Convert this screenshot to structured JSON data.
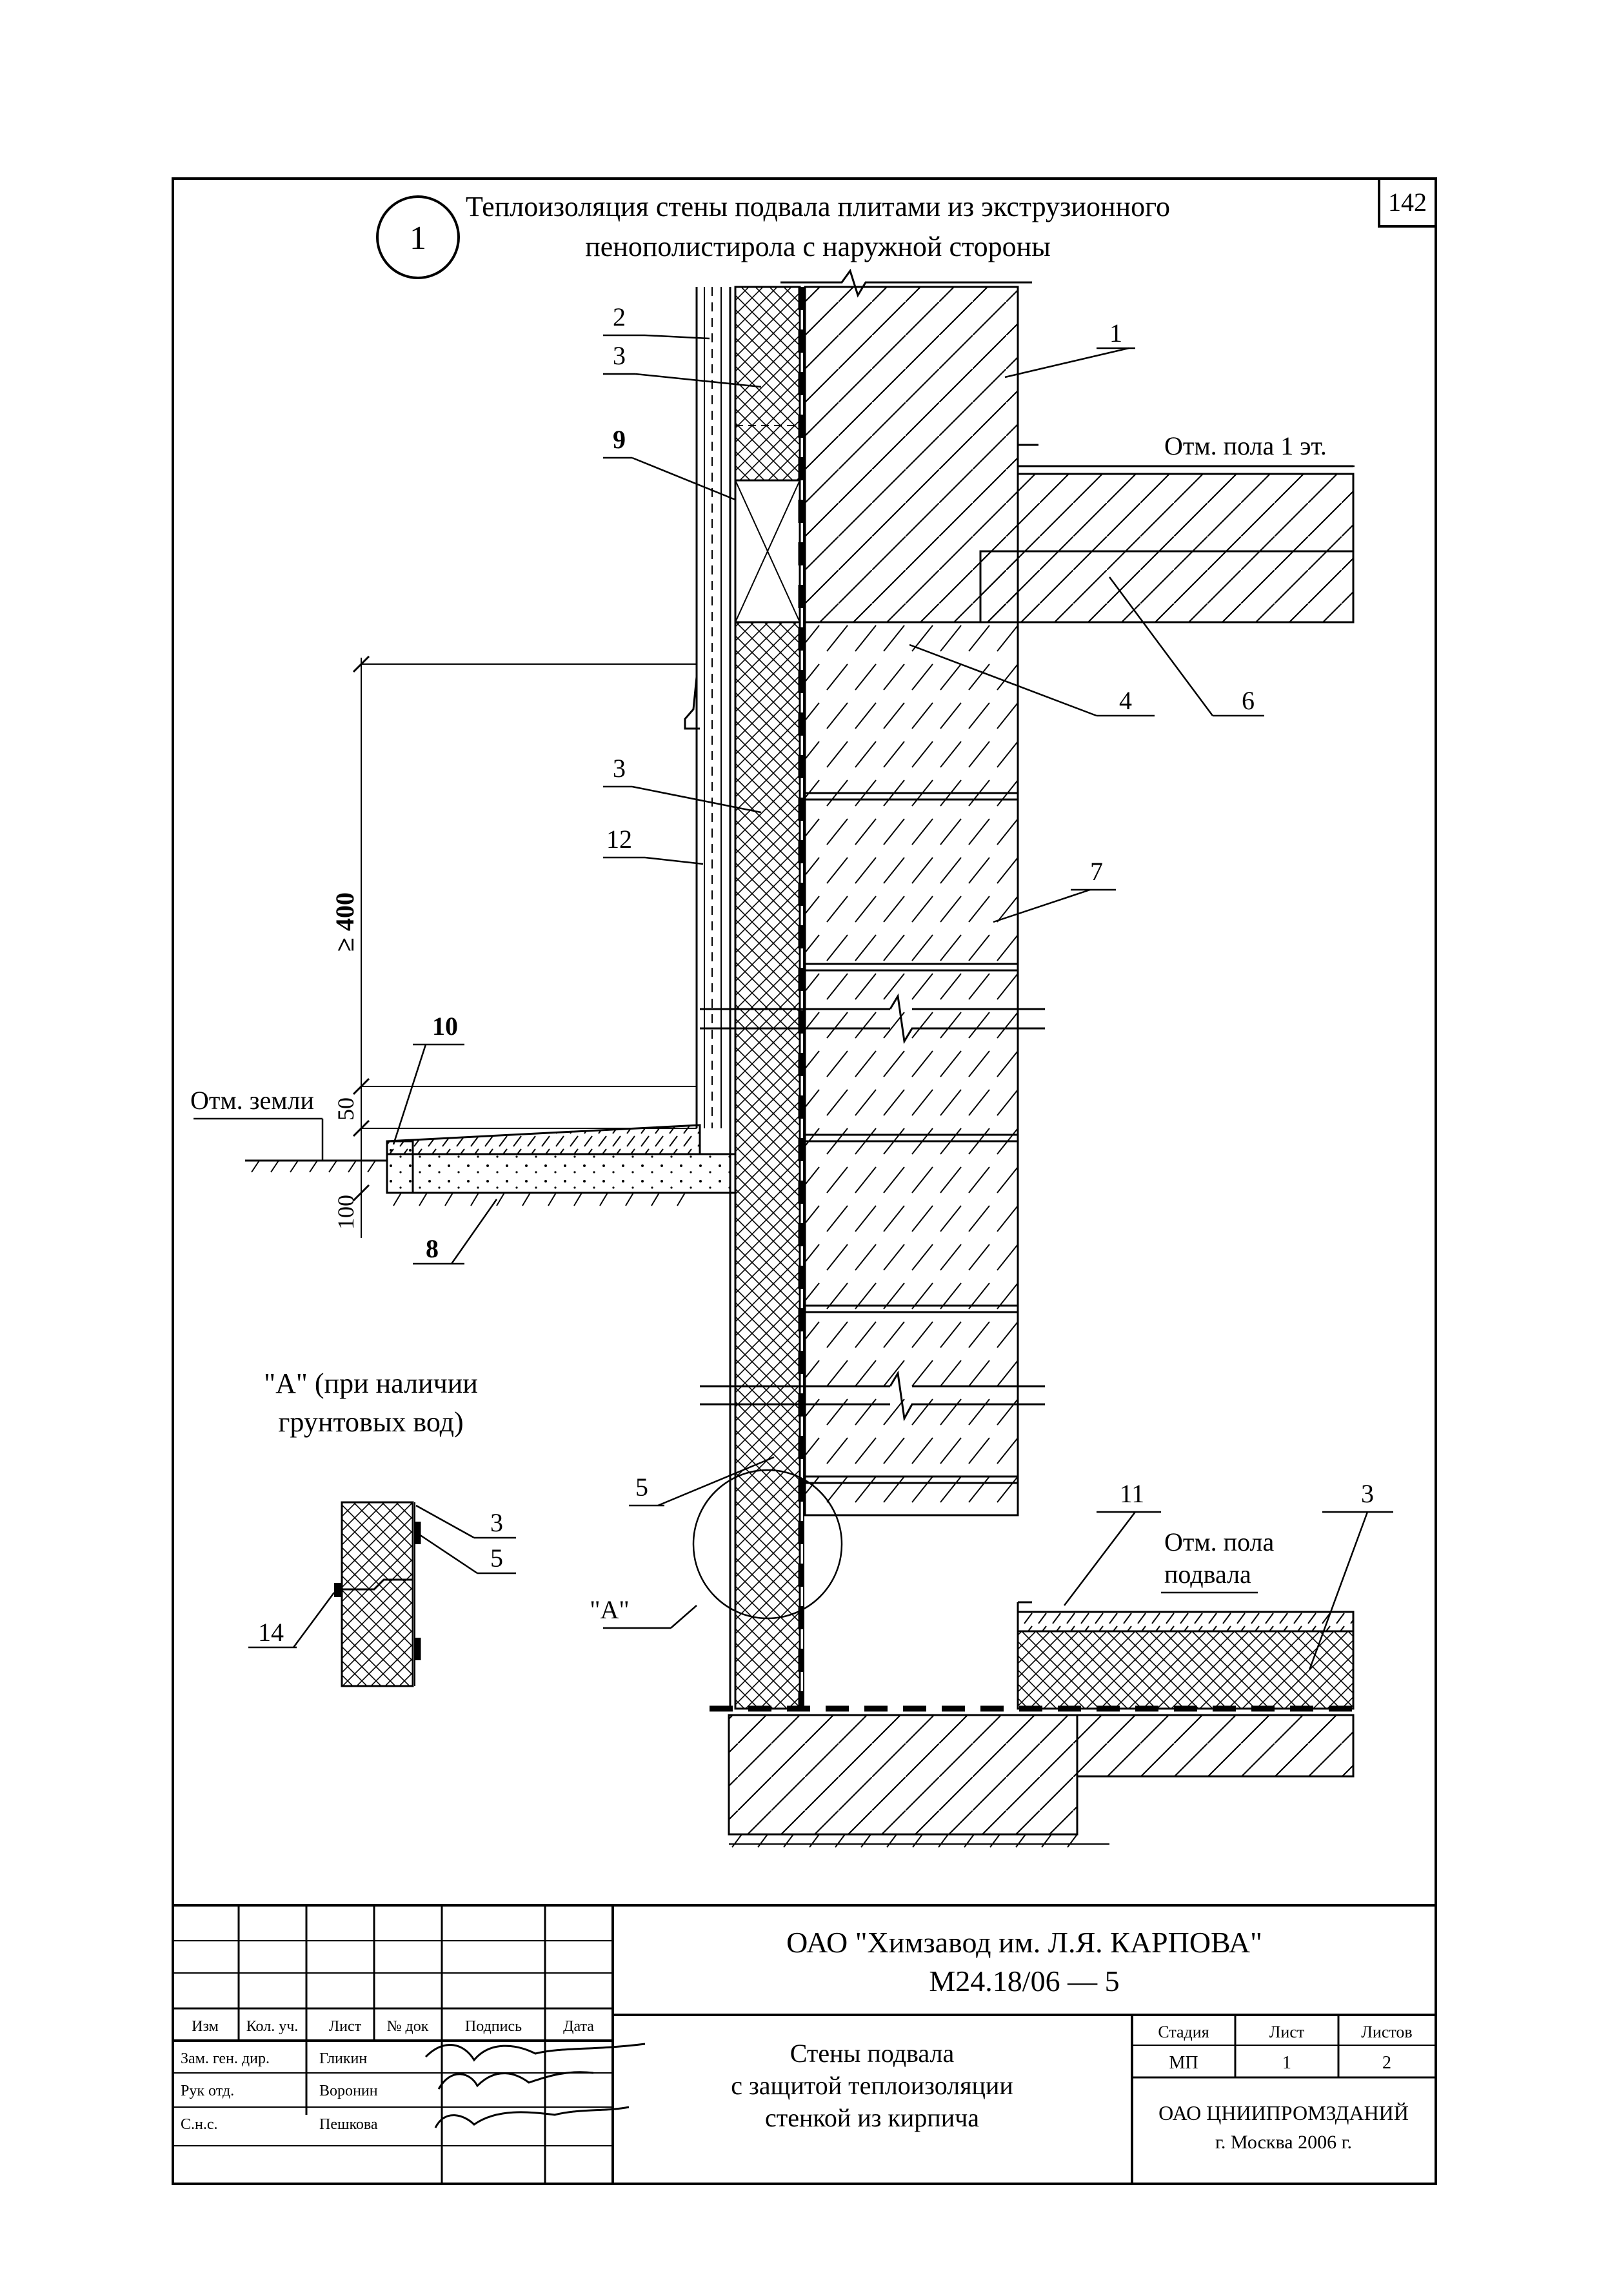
{
  "sheet": {
    "page_number": "142",
    "detail_number": "1",
    "title_line1": "Теплоизоляция стены подвала плитами из экструзионного",
    "title_line2": "пенополистирола с наружной стороны"
  },
  "callouts": {
    "c1": "1",
    "c2": "2",
    "c3a": "3",
    "c9": "9",
    "c4": "4",
    "c6": "6",
    "c3b": "3",
    "c12": "12",
    "c7": "7",
    "c10": "10",
    "c8": "8",
    "c5": "5",
    "c11": "11",
    "c3c": "3",
    "ca": "\"А\"",
    "d3": "3",
    "d5": "5",
    "d14": "14"
  },
  "levels": {
    "floor1": "Отм. пола 1 эт.",
    "ground": "Отм. земли",
    "basement_line1": "Отм. пола",
    "basement_line2": "подвала"
  },
  "dims": {
    "d400": "≥ 400",
    "d50": "50",
    "d100": "100"
  },
  "detail": {
    "label_line1": "\"А\" (при наличии",
    "label_line2": "грунтовых вод)"
  },
  "stamp": {
    "org": "ОАО \"Химзавод им. Л.Я. КАРПОВА\"",
    "code": "М24.18/06 — 5",
    "headers": {
      "izm": "Изм",
      "kol": "Кол. уч.",
      "list": "Лист",
      "ndoc": "№ док",
      "sign": "Подпись",
      "date": "Дата"
    },
    "roles": [
      {
        "role": "Зам. ген. дир.",
        "name": "Гликин"
      },
      {
        "role": "Рук отд.",
        "name": "Воронин"
      },
      {
        "role": "С.н.с.",
        "name": "Пешкова"
      }
    ],
    "doc_title_line1": "Стены подвала",
    "doc_title_line2": "с защитой теплоизоляции",
    "doc_title_line3": "стенкой из кирпича",
    "stage_header": "Стадия",
    "sheet_header": "Лист",
    "sheets_header": "Листов",
    "stage": "МП",
    "sheet": "1",
    "sheets": "2",
    "developer_line1": "ОАО ЦНИИПРОМЗДАНИЙ",
    "developer_line2": "г. Москва 2006 г."
  }
}
